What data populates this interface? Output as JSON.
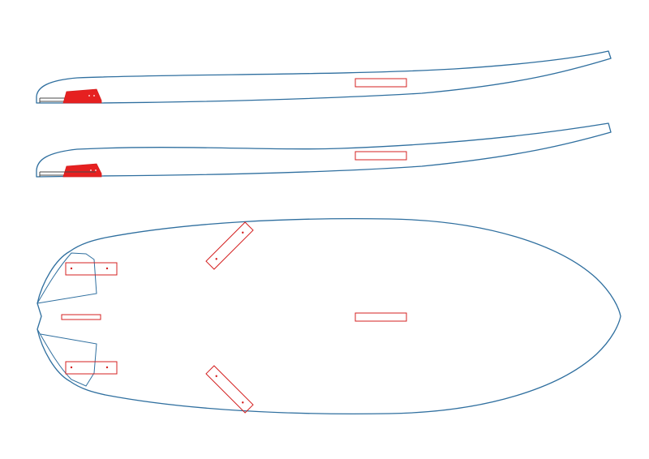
{
  "colors": {
    "background": "#ffffff",
    "board_outline": "#2f6f9f",
    "fittings": "#d42020",
    "fin_fill": "#e62020",
    "detail_lines": "#4a4a4a"
  },
  "views": [
    {
      "id": "side-profile-upper",
      "kind": "rocker-profile"
    },
    {
      "id": "side-profile-lower",
      "kind": "rocker-profile"
    },
    {
      "id": "plan-view",
      "kind": "outline"
    }
  ]
}
